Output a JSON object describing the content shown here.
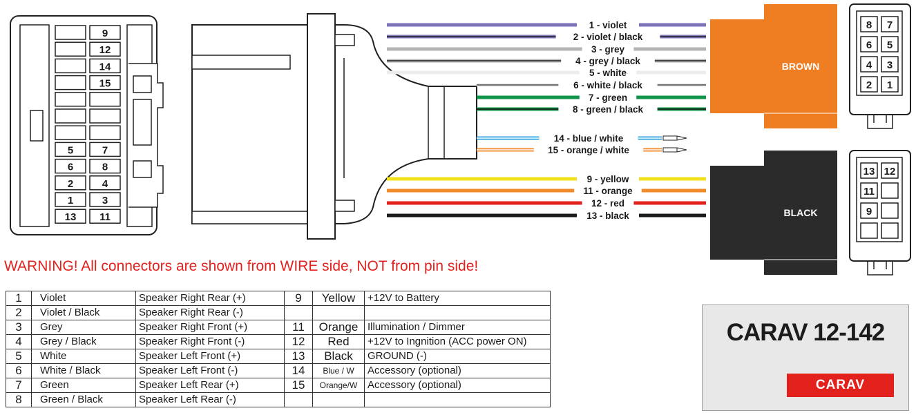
{
  "left_connector_pins": [
    {
      "row": 0,
      "left": "",
      "right": "9"
    },
    {
      "row": 1,
      "left": "",
      "right": "12"
    },
    {
      "row": 2,
      "left": "",
      "right": "14"
    },
    {
      "row": 3,
      "left": "",
      "right": "15"
    },
    {
      "row": 4,
      "left": "",
      "right": ""
    },
    {
      "row": 5,
      "left": "",
      "right": ""
    },
    {
      "row": 6,
      "left": "",
      "right": ""
    },
    {
      "row": 7,
      "left": "5",
      "right": "7"
    },
    {
      "row": 8,
      "left": "6",
      "right": "8"
    },
    {
      "row": 9,
      "left": "2",
      "right": "4"
    },
    {
      "row": 10,
      "left": "1",
      "right": "3"
    },
    {
      "row": 11,
      "left": "13",
      "right": "11"
    }
  ],
  "wires": [
    {
      "label": "1 - violet",
      "color": "#7b73b8",
      "stripe": null,
      "group": "brown"
    },
    {
      "label": "2 - violet / black",
      "color": "#7b73b8",
      "stripe": "#222222",
      "group": "brown"
    },
    {
      "label": "3 - grey",
      "color": "#b4b4b4",
      "stripe": null,
      "group": "brown"
    },
    {
      "label": "4 - grey / black",
      "color": "#b4b4b4",
      "stripe": "#222222",
      "group": "brown"
    },
    {
      "label": "5 - white",
      "color": "#ececec",
      "stripe": null,
      "group": "brown"
    },
    {
      "label": "6 - white / black",
      "color": "#ececec",
      "stripe": "#444444",
      "group": "brown"
    },
    {
      "label": "7 - green",
      "color": "#12944a",
      "stripe": null,
      "group": "brown"
    },
    {
      "label": "8 - green / black",
      "color": "#12944a",
      "stripe": "#111111",
      "group": "brown"
    },
    {
      "label": "14 - blue / white",
      "color": "#2aa4dc",
      "stripe": "#ffffff",
      "group": "loose"
    },
    {
      "label": "15 - orange / white",
      "color": "#f08a2a",
      "stripe": "#ffffff",
      "group": "loose"
    },
    {
      "label": "9 - yellow",
      "color": "#f3e01c",
      "stripe": null,
      "group": "black"
    },
    {
      "label": "11 - orange",
      "color": "#f08a2a",
      "stripe": null,
      "group": "black"
    },
    {
      "label": "12 - red",
      "color": "#e2211c",
      "stripe": null,
      "group": "black"
    },
    {
      "label": "13 - black",
      "color": "#1c1c1c",
      "stripe": null,
      "group": "black"
    }
  ],
  "brown_connector": {
    "label": "BROWN",
    "color": "#ef7d22",
    "pins": [
      [
        "8",
        "7"
      ],
      [
        "6",
        "5"
      ],
      [
        "4",
        "3"
      ],
      [
        "2",
        "1"
      ]
    ]
  },
  "black_connector": {
    "label": "BLACK",
    "color": "#2b2b2b",
    "pins": [
      [
        "13",
        "12"
      ],
      [
        "11",
        ""
      ],
      [
        "9",
        ""
      ],
      [
        "",
        ""
      ]
    ]
  },
  "warning": "WARNING! All connectors are shown from WIRE side, NOT from pin side!",
  "pin_table": [
    [
      "1",
      "Violet",
      "Speaker Right Rear (+)",
      "9",
      "Yellow",
      "+12V to Battery"
    ],
    [
      "2",
      "Violet / Black",
      "Speaker Right Rear (-)",
      "",
      "",
      ""
    ],
    [
      "3",
      "Grey",
      "Speaker Right Front (+)",
      "11",
      "Orange",
      "Illumination / Dimmer"
    ],
    [
      "4",
      "Grey / Black",
      "Speaker Right Front (-)",
      "12",
      "Red",
      "+12V to Ingnition (ACC power ON)"
    ],
    [
      "5",
      "White",
      "Speaker Left Front (+)",
      "13",
      "Black",
      "GROUND (-)"
    ],
    [
      "6",
      "White / Black",
      "Speaker Left Front (-)",
      "14",
      "Blue / W",
      "Accessory (optional)"
    ],
    [
      "7",
      "Green",
      "Speaker Left Rear (+)",
      "15",
      "Orange/W",
      "Accessory (optional)"
    ],
    [
      "8",
      "Green / Black",
      "Speaker Left Rear (-)",
      "",
      "",
      ""
    ]
  ],
  "model": "CARAV 12-142",
  "logo_text": "CARAV",
  "colors": {
    "warning": "#e2211c",
    "logo_bg": "#e2211c",
    "brown": "#ef7d22",
    "black": "#2b2b2b"
  }
}
